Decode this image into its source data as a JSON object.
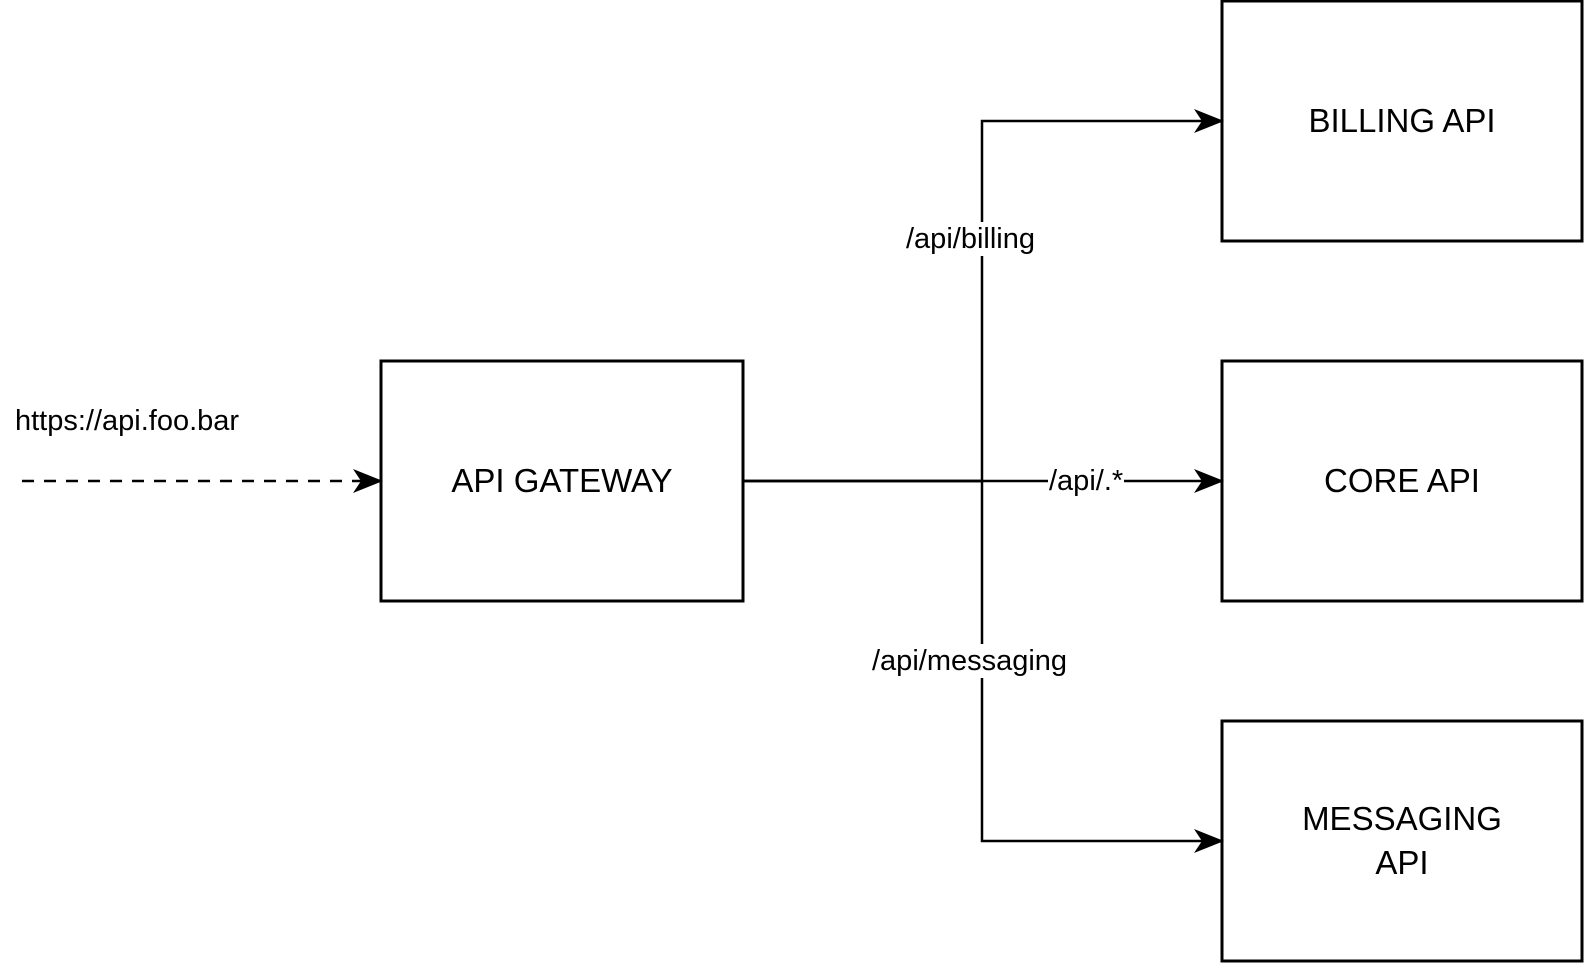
{
  "diagram": {
    "incoming_url": "https://api.foo.bar",
    "nodes": {
      "gateway": "API GATEWAY",
      "billing": "BILLING API",
      "core": "CORE API",
      "messaging": "MESSAGING\nAPI"
    },
    "routes": {
      "billing": "/api/billing",
      "core": "/api/.*",
      "messaging": "/api/messaging"
    }
  }
}
